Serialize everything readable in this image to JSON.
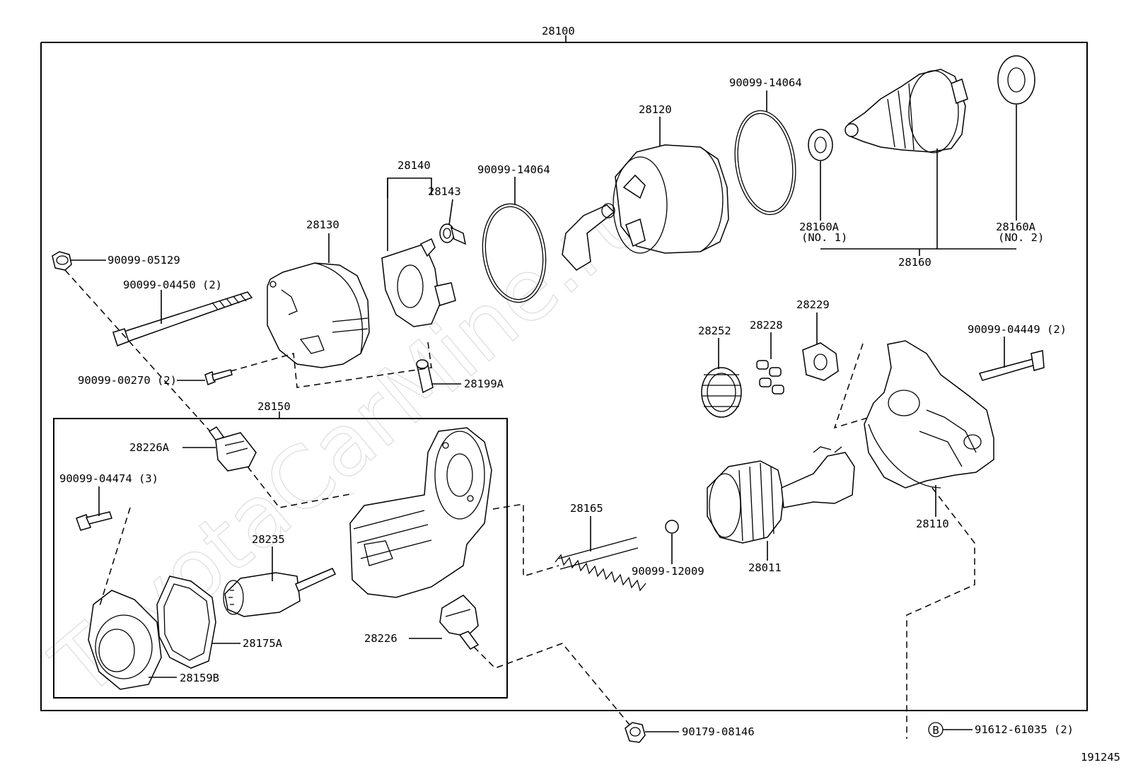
{
  "diagram_id": "191245",
  "watermark": "ToyotaCarMine.ru",
  "assembly": {
    "number": "28100"
  },
  "sub_assembly": {
    "number": "28150"
  },
  "callouts": {
    "c_28100": "28100",
    "c_28150": "28150",
    "c_90099_05129": "90099-05129",
    "c_90099_04450": "90099-04450 (2)",
    "c_90099_00270": "90099-00270 (2)",
    "c_28130": "28130",
    "c_28140": "28140",
    "c_28143": "28143",
    "c_90099_14064_a": "90099-14064",
    "c_28120": "28120",
    "c_90099_14064_b": "90099-14064",
    "c_28160a_1": "28160A",
    "c_28160a_1_sub": "(NO. 1)",
    "c_28160a_2": "28160A",
    "c_28160a_2_sub": "(NO. 2)",
    "c_28160": "28160",
    "c_28199a": "28199A",
    "c_28226a": "28226A",
    "c_90099_04474": "90099-04474 (3)",
    "c_28235": "28235",
    "c_28175a": "28175A",
    "c_28159b": "28159B",
    "c_28226": "28226",
    "c_28165": "28165",
    "c_90099_12009": "90099-12009",
    "c_28011": "28011",
    "c_28252": "28252",
    "c_28228": "28228",
    "c_28229": "28229",
    "c_90099_04449": "90099-04449 (2)",
    "c_28110": "28110",
    "c_90179_08146": "90179-08146",
    "c_91612_61035": "91612-61035 (2)",
    "c_b_marker": "B"
  }
}
